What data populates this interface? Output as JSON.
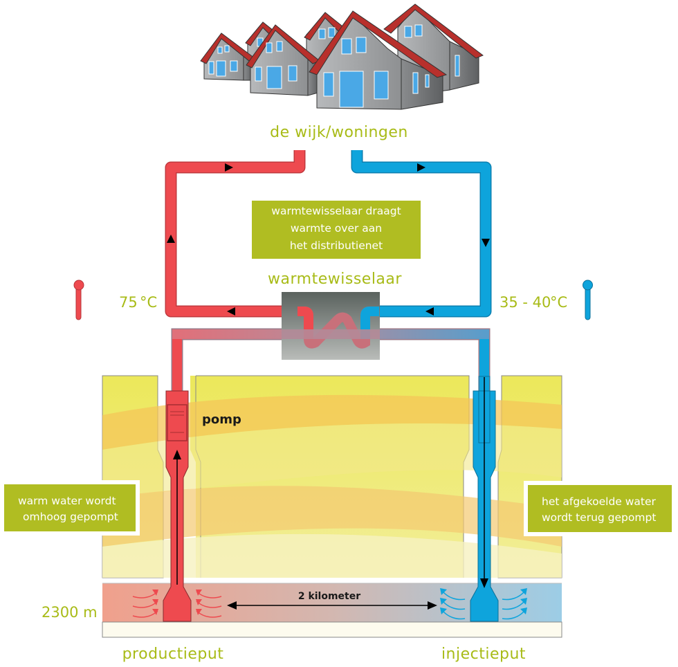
{
  "title": "Geothermal heat (aardwarmte) system diagram",
  "colors": {
    "hot": "#ee4a4f",
    "cold": "#0ea4dc",
    "accent_green": "#a8bb17",
    "box_green": "#b0bd22",
    "exchanger_gray": "#616864",
    "roof": "#b8302c",
    "wall": "#a9abad",
    "window": "#4aa8e6"
  },
  "labels": {
    "neighborhood": "de wijk/woningen",
    "exchanger_note": [
      "warmtewisselaar draagt",
      "warmte over aan",
      "het distributienet"
    ],
    "exchanger": "warmtewisselaar",
    "hot_temp": "75",
    "hot_temp_unit": "°C",
    "cold_temp": "35 - 40",
    "cold_temp_unit": "°C",
    "pump": "pomp",
    "production_note": [
      "warm water wordt",
      "omhoog gepompt"
    ],
    "injection_note": [
      "het afgekoelde water",
      "wordt terug gepompt"
    ],
    "depth": "2300 m",
    "distance": "2 kilometer",
    "production_well": "productieput",
    "injection_well": "injectieput"
  },
  "icons": {
    "hot_thermometer": "thermometer-hot-icon",
    "cold_thermometer": "thermometer-cold-icon",
    "houses": "houses-illustration",
    "heat_exchanger": "heat-exchanger-icon"
  }
}
